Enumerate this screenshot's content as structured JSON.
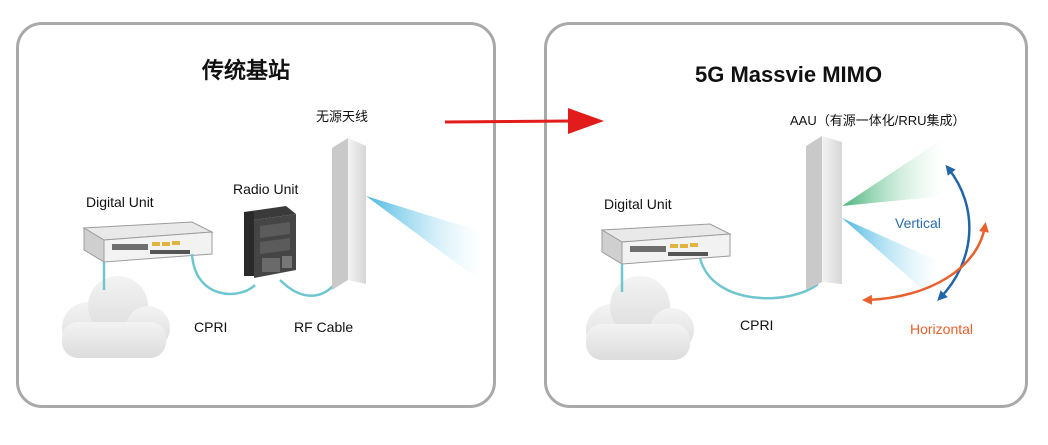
{
  "left": {
    "title": "传统基站",
    "digital_unit": "Digital Unit",
    "radio_unit": "Radio Unit",
    "antenna": "无源天线",
    "cpri": "CPRI",
    "rf_cable": "RF Cable"
  },
  "right": {
    "title": "5G Massvie MIMO",
    "aau": "AAU（有源一体化/RRU集成）",
    "digital_unit": "Digital Unit",
    "cpri": "CPRI",
    "vertical": "Vertical",
    "horizontal": "Horizontal"
  },
  "colors": {
    "border": "#a9a9a9",
    "arrow": "#e21b1b",
    "cable": "#6fc6cf",
    "beam_blue": "#5fc8e6",
    "beam_green": "#59c08a",
    "vertical_text": "#2b6cb0",
    "horizontal_text": "#e8602c",
    "arrow_blue": "#2166a8",
    "arrow_orange": "#e8602c"
  }
}
